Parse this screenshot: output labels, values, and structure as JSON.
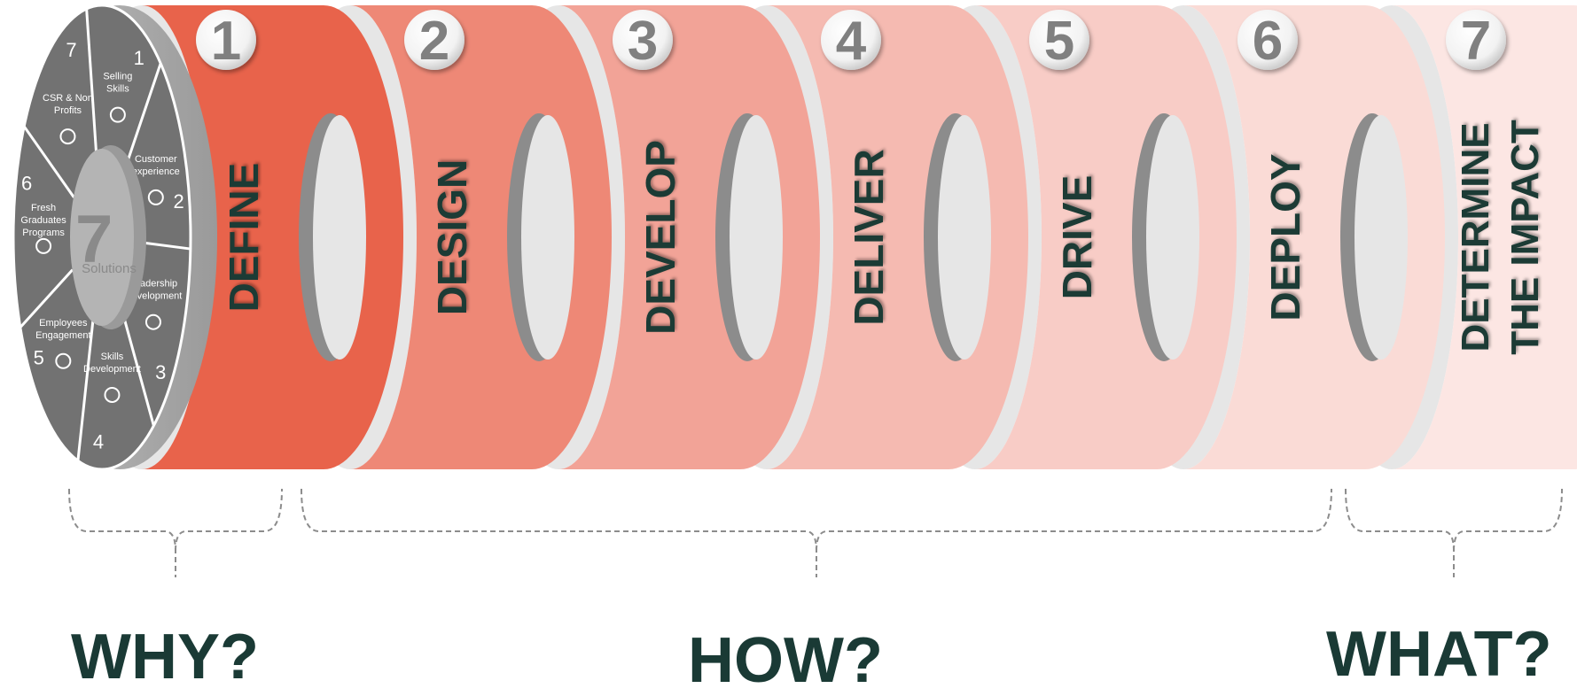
{
  "wheel": {
    "center_number": "7",
    "center_label": "Solutions",
    "segments": [
      {
        "number": "1",
        "label": [
          "Selling",
          "Skills"
        ],
        "icon": "handshake-icon"
      },
      {
        "number": "2",
        "label": [
          "Customer",
          "experience"
        ],
        "icon": "smiley-icon"
      },
      {
        "number": "3",
        "label": [
          "Leadership",
          "Development"
        ],
        "icon": "person-icon"
      },
      {
        "number": "4",
        "label": [
          "Skills",
          "Development"
        ],
        "icon": "target-icon"
      },
      {
        "number": "5",
        "label": [
          "Employees",
          "Engagement"
        ],
        "icon": "star-icon"
      },
      {
        "number": "6",
        "label": [
          "Fresh",
          "Graduates",
          "Programs"
        ],
        "icon": "certificate-icon"
      },
      {
        "number": "7",
        "label": [
          "CSR & Non",
          "Profits"
        ],
        "icon": "hand-icon"
      }
    ]
  },
  "steps": [
    {
      "number": "1",
      "label": "DEFINE",
      "color": "#e8634b"
    },
    {
      "number": "2",
      "label": "DESIGN",
      "color": "#ee8876"
    },
    {
      "number": "3",
      "label": "DEVELOP",
      "color": "#f2a397"
    },
    {
      "number": "4",
      "label": "DELIVER",
      "color": "#f5bab1"
    },
    {
      "number": "5",
      "label": "DRIVE",
      "color": "#f8ccc6"
    },
    {
      "number": "6",
      "label": "DEPLOY",
      "color": "#fadbd6"
    },
    {
      "number": "7",
      "label": [
        "DETERMINE",
        "THE IMPACT"
      ],
      "color": "#fce6e3"
    }
  ],
  "groups": [
    {
      "label": "WHY?"
    },
    {
      "label": "HOW?"
    },
    {
      "label": "WHAT?"
    }
  ],
  "colors": {
    "label_text": "#1a3a35",
    "disc_side": "#e6e6e6",
    "disc_hole": "#8c8c8c",
    "badge_fill": "#ffffff",
    "badge_text": "#808080",
    "wheel_dark": "#727272",
    "wheel_center": "#b4b4b4"
  }
}
